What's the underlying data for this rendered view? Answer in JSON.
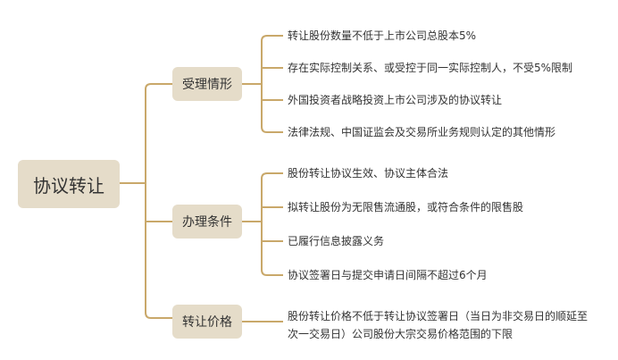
{
  "root": {
    "label": "协议转让"
  },
  "categories": [
    {
      "label": "受理情形",
      "items": [
        "转让股份数量不低于上市公司总股本5%",
        "存在实际控制关系、或受控于同一实际控制人，不受5%限制",
        "外国投资者战略投资上市公司涉及的协议转让",
        "法律法规、中国证监会及交易所业务规则认定的其他情形"
      ]
    },
    {
      "label": "办理条件",
      "items": [
        "股份转让协议生效、协议主体合法",
        "拟转让股份为无限售流通股，或符合条件的限售股",
        "已履行信息披露义务",
        "协议签署日与提交申请日间隔不超过6个月"
      ]
    },
    {
      "label": "转让价格",
      "items": [
        "股份转让价格不低于转让协议签署日（当日为非交易日的顺延至次一交易日）公司股份大宗交易价格范围的下限"
      ]
    }
  ],
  "colors": {
    "node_fill": "#e5dcc9",
    "connector": "#c9a86a",
    "text": "#333333"
  }
}
